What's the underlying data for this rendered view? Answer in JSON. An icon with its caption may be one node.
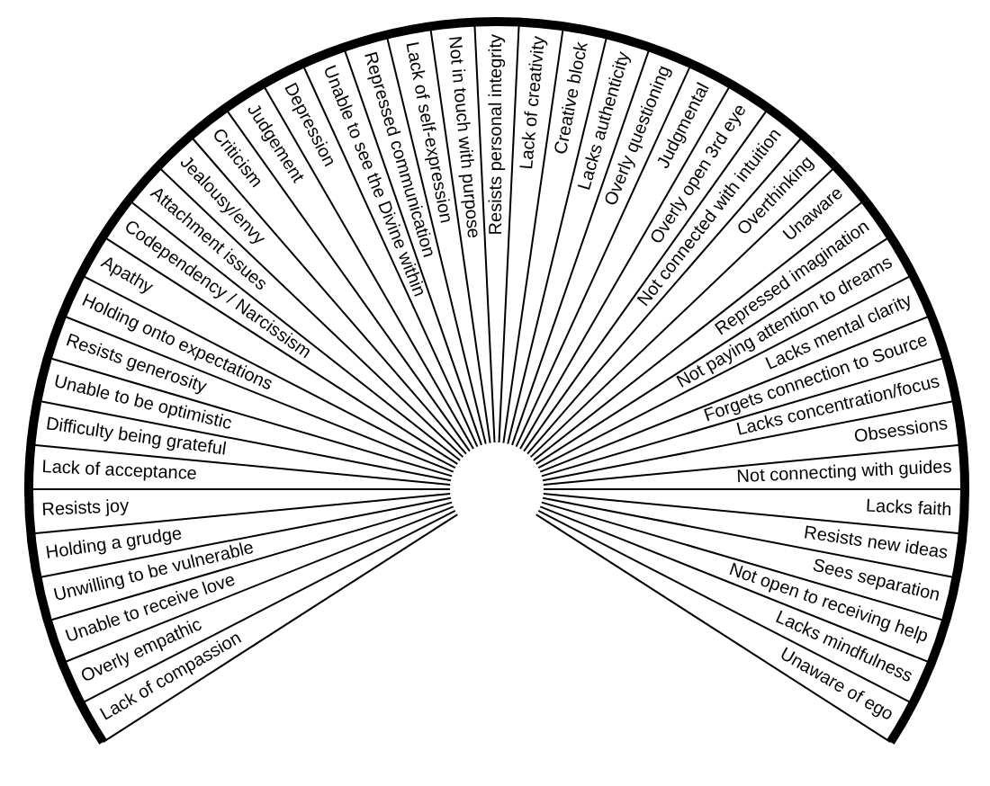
{
  "diagram": {
    "nodes": [
      {
        "text": [
          "Lack of compassion"
        ]
      },
      {
        "text": [
          "Overly empathic"
        ]
      },
      {
        "text": [
          "Unable to receive love"
        ]
      },
      {
        "text": [
          "Unwilling to be vulnerable"
        ]
      },
      {
        "text": [
          "Holding a grudge"
        ]
      },
      {
        "text": [
          "Resists joy"
        ]
      },
      {
        "text": [
          "Lack of acceptance"
        ]
      },
      {
        "text": [
          "Difficulty being grateful"
        ]
      },
      {
        "text": [
          "Unable to be optimistic"
        ]
      },
      {
        "text": [
          "Resists generosity"
        ]
      },
      {
        "text": [
          "Holding onto expectations"
        ]
      },
      {
        "text": [
          "Apathy"
        ]
      },
      {
        "text": [
          "Codependency / Narcissism"
        ]
      },
      {
        "text": [
          "Attachment issues"
        ]
      },
      {
        "text": [
          "Jealousy/envy"
        ]
      },
      {
        "text": [
          "Criticism"
        ]
      },
      {
        "text": [
          "Judgement"
        ]
      },
      {
        "text": [
          "Depression"
        ]
      },
      {
        "text": [
          "Unable to see the Divine within"
        ]
      },
      {
        "text": [
          "Repressed communication"
        ]
      },
      {
        "text": [
          "Lack of self-expression"
        ]
      },
      {
        "text": [
          "Not in touch with purpose"
        ]
      },
      {
        "text": [
          "Resists personal integrity"
        ]
      },
      {
        "text": [
          "Lack of creativity"
        ]
      },
      {
        "text": [
          "Creative block"
        ]
      },
      {
        "text": [
          "Lacks authenticity"
        ]
      },
      {
        "text": [
          "Overly questioning"
        ]
      },
      {
        "text": [
          "Judgmental"
        ]
      },
      {
        "text": [
          "Overly open 3rd eye"
        ]
      },
      {
        "text": [
          "Not connected with intuition"
        ]
      },
      {
        "text": [
          "Overthinking"
        ]
      },
      {
        "text": [
          "Unaware"
        ]
      },
      {
        "text": [
          "Repressed imagination"
        ]
      },
      {
        "text": [
          "Not paying attention to dreams"
        ]
      },
      {
        "text": [
          "Lacks mental clarity"
        ]
      },
      {
        "text": [
          "Forgets connection to Source"
        ]
      },
      {
        "text": [
          "Lacks concentration/focus"
        ]
      },
      {
        "text": [
          "Obsessions"
        ]
      },
      {
        "text": [
          "Not connecting with guides"
        ]
      },
      {
        "text": [
          "Lacks faith"
        ]
      },
      {
        "text": [
          "Resists new ideas"
        ]
      },
      {
        "text": [
          "Sees separation"
        ]
      },
      {
        "text": [
          "Not open to receiving help"
        ]
      },
      {
        "text": [
          "Lacks mindfulness"
        ]
      },
      {
        "text": [
          "Unaware of ego"
        ]
      }
    ]
  }
}
